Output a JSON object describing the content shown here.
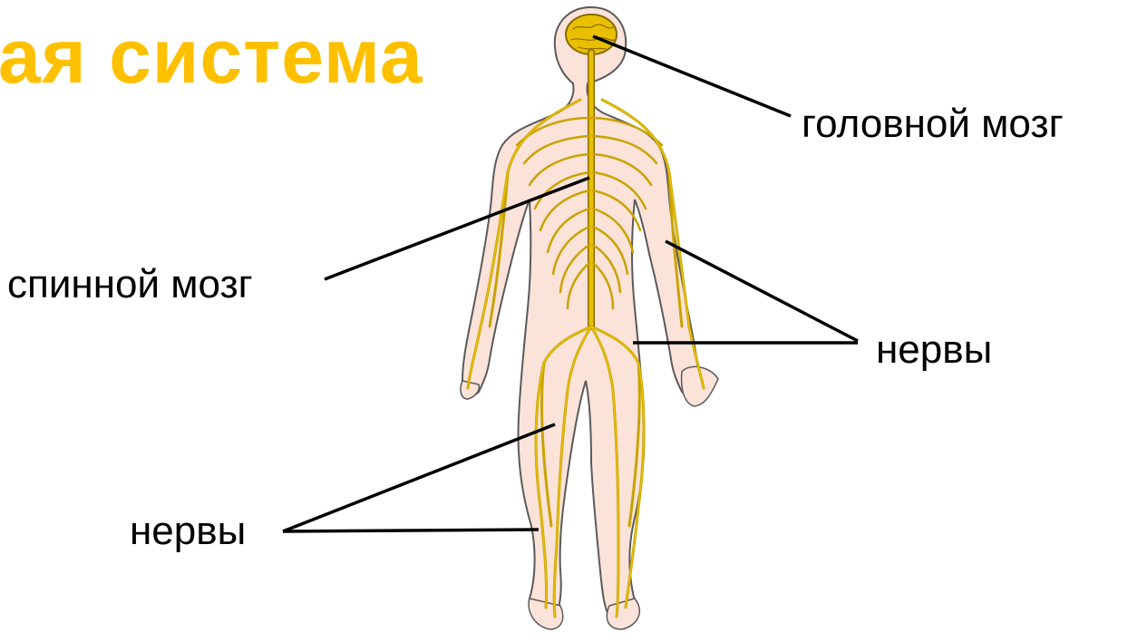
{
  "title": "ая система",
  "labels": {
    "brain": "головной мозг",
    "spinal_cord": "спинной мозг",
    "nerves_right": "нервы",
    "nerves_left": "нервы"
  },
  "colors": {
    "title": "#FFC000",
    "skin": "#FBE3DA",
    "skin_outline": "#5a5a5a",
    "nerve": "#E8C000",
    "nerve_outline": "#8a6a00",
    "leader_line": "#000000"
  }
}
